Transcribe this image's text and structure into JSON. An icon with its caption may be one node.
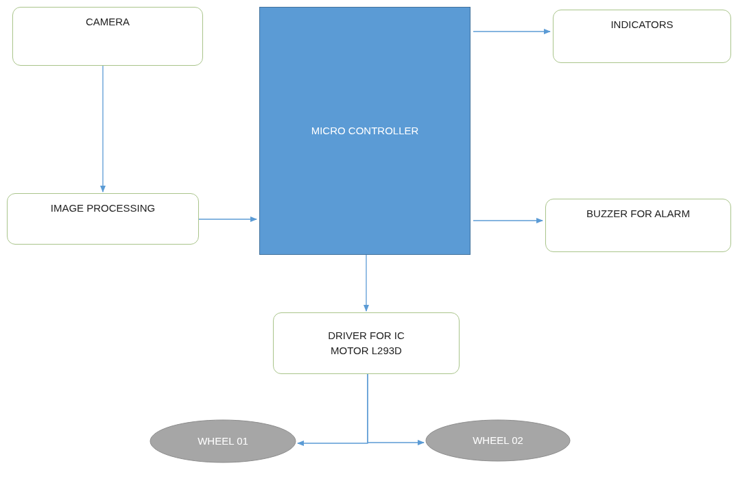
{
  "diagram": {
    "nodes": [
      {
        "text": [
          "CAMERA"
        ]
      },
      {
        "text": [
          "IMAGE PROCESSING"
        ]
      },
      {
        "text": [
          "MICRO CONTROLLER"
        ]
      },
      {
        "text": [
          "INDICATORS"
        ]
      },
      {
        "text": [
          "BUZZER FOR ALARM"
        ]
      },
      {
        "text": [
          "DRIVER FOR IC MOTOR L293D"
        ]
      },
      {
        "text": [
          "WHEEL 01"
        ]
      },
      {
        "text": [
          "WHEEL 02"
        ]
      }
    ],
    "edges": [
      {
        "from": 0,
        "to": 1,
        "arrow": "to"
      },
      {
        "from": 1,
        "to": 2,
        "arrow": "to"
      },
      {
        "from": 2,
        "to": 3,
        "arrow": "to"
      },
      {
        "from": 2,
        "to": 4,
        "arrow": "to"
      },
      {
        "from": 2,
        "to": 5,
        "arrow": "to"
      },
      {
        "from": 5,
        "to": 6,
        "arrow": "to"
      },
      {
        "from": 5,
        "to": 7,
        "arrow": "to"
      }
    ]
  }
}
